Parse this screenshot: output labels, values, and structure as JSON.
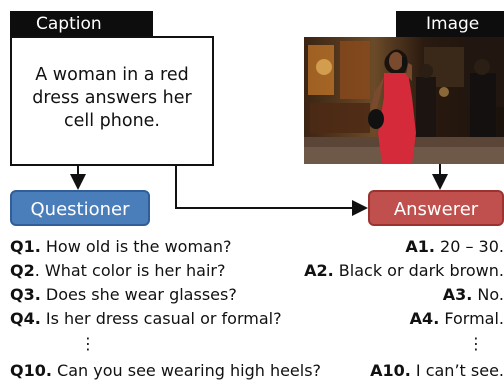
{
  "caption": {
    "tab_label": "Caption",
    "text": "A woman in a red dress answers her cell phone."
  },
  "image": {
    "tab_label": "Image"
  },
  "roles": {
    "questioner": "Questioner",
    "answerer": "Answerer"
  },
  "qa": [
    {
      "q_id": "Q1.",
      "q_text": " How old is the woman?",
      "a_id": "A1.",
      "a_text": " 20 – 30."
    },
    {
      "q_id": "Q2",
      "q_text": ". What color is her hair?",
      "a_id": "A2.",
      "a_text": " Black or dark brown."
    },
    {
      "q_id": "Q3.",
      "q_text": " Does she wear glasses?",
      "a_id": "A3.",
      "a_text": " No."
    },
    {
      "q_id": "Q4.",
      "q_text": " Is her dress casual or formal?",
      "a_id": "A4.",
      "a_text": " Formal."
    },
    {
      "q_id": "Q10.",
      "q_text": " Can you see wearing high heels?",
      "a_id": "A10.",
      "a_text": " I can’t see."
    }
  ],
  "ellipsis": "⋮",
  "colors": {
    "questioner_fill": "#4a7ebb",
    "answerer_fill": "#c0504d",
    "tab_fill": "#0d0d0d",
    "dress": "#d42a3a"
  }
}
